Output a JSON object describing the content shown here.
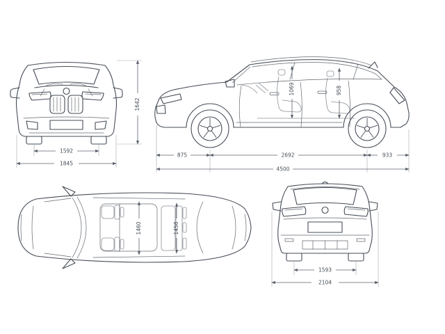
{
  "diagram": {
    "front_view": {
      "track_width": "1592",
      "overall_width": "1845",
      "overall_height": "1642"
    },
    "side_view": {
      "front_interior_height": "1069",
      "rear_interior_height": "958",
      "front_overhang": "875",
      "wheelbase": "2692",
      "rear_overhang": "933",
      "overall_length": "4500"
    },
    "top_view": {
      "front_interior_width": "1460",
      "rear_interior_width": "1458"
    },
    "rear_view": {
      "rear_track_width": "1593",
      "overall_width_with_mirrors": "2104"
    }
  }
}
